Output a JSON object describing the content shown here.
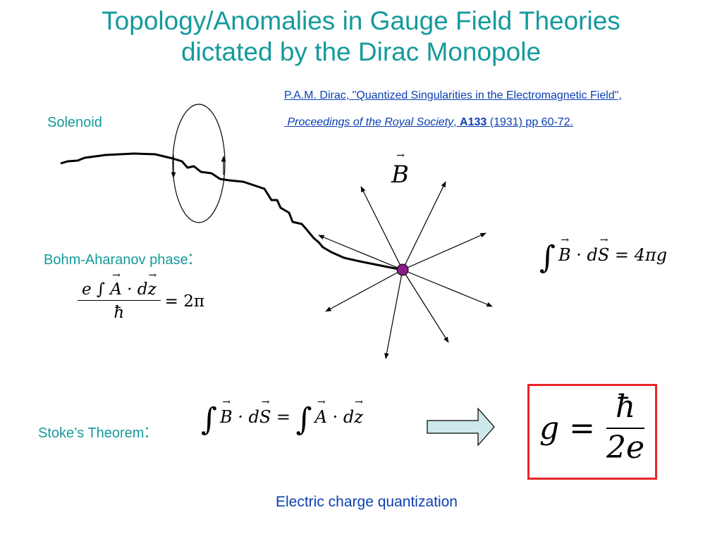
{
  "title": {
    "line1": "Topology/Anomalies in Gauge Field Theories",
    "line2": "dictated by the Dirac Monopole"
  },
  "citation": {
    "line1": "P.A.M. Dirac, \"Quantized Singularities in the Electromagnetic Field\",",
    "journal": "Proceedings of the Royal Society",
    "volume": "A133",
    "details": "(1931) pp 60-72."
  },
  "labels": {
    "solenoid": "Solenoid",
    "bohm": "Bohm-Aharanov phase",
    "stokes": "Stoke’s Theorem",
    "colon": ":",
    "quantization": "Electric charge quantization"
  },
  "equations": {
    "bohm_num_pre": "e ∫ ",
    "A": "A",
    "dot": " · d",
    "z": "z",
    "hbar": "ħ",
    "bohm_rhs": "= 2π",
    "B": "B",
    "S": "S",
    "flux_rhs": " = 4πg",
    "stokes_eq": " = ",
    "integral": "∫",
    "g_eq": "g =",
    "two_e": "2e"
  },
  "colors": {
    "teal": "#159a9c",
    "link": "#0b3fb2",
    "box": "#e8252a",
    "arrow_fill": "#cce8ea",
    "monopole": "#8b1a8b"
  },
  "icons": {
    "arrow": "right-block-arrow-icon",
    "monopole": "monopole-dot-icon"
  }
}
